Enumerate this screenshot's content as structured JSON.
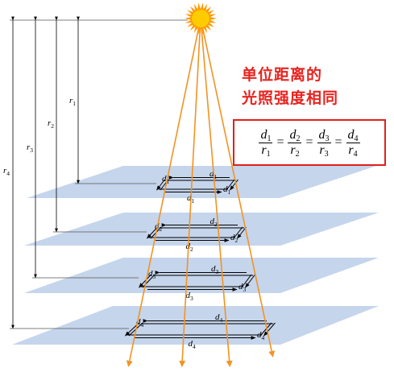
{
  "headline": {
    "line1": "单位距离的",
    "line2": "光照强度相同"
  },
  "formula": {
    "terms": [
      {
        "num": "d",
        "num_sub": "1",
        "den": "r",
        "den_sub": "1"
      },
      {
        "num": "d",
        "num_sub": "2",
        "den": "r",
        "den_sub": "2"
      },
      {
        "num": "d",
        "num_sub": "3",
        "den": "r",
        "den_sub": "3"
      },
      {
        "num": "d",
        "num_sub": "4",
        "den": "r",
        "den_sub": "4"
      }
    ],
    "equals": "="
  },
  "distance_labels": [
    {
      "letter": "r",
      "sub": "1"
    },
    {
      "letter": "r",
      "sub": "2"
    },
    {
      "letter": "r",
      "sub": "3"
    },
    {
      "letter": "r",
      "sub": "4"
    }
  ],
  "side_labels": [
    {
      "letter": "d",
      "sub": "1"
    },
    {
      "letter": "d",
      "sub": "2"
    },
    {
      "letter": "d",
      "sub": "3"
    },
    {
      "letter": "d",
      "sub": "4"
    }
  ],
  "colors": {
    "sun": "#ffcc00",
    "sun_rays": "#ff9900",
    "light_rays": "#f39322",
    "planes": "#c5d5ec",
    "headline": "#e8231f",
    "formula_border": "#e0201c",
    "lines": "#000000"
  },
  "icons": {
    "sun": "sun-icon"
  }
}
